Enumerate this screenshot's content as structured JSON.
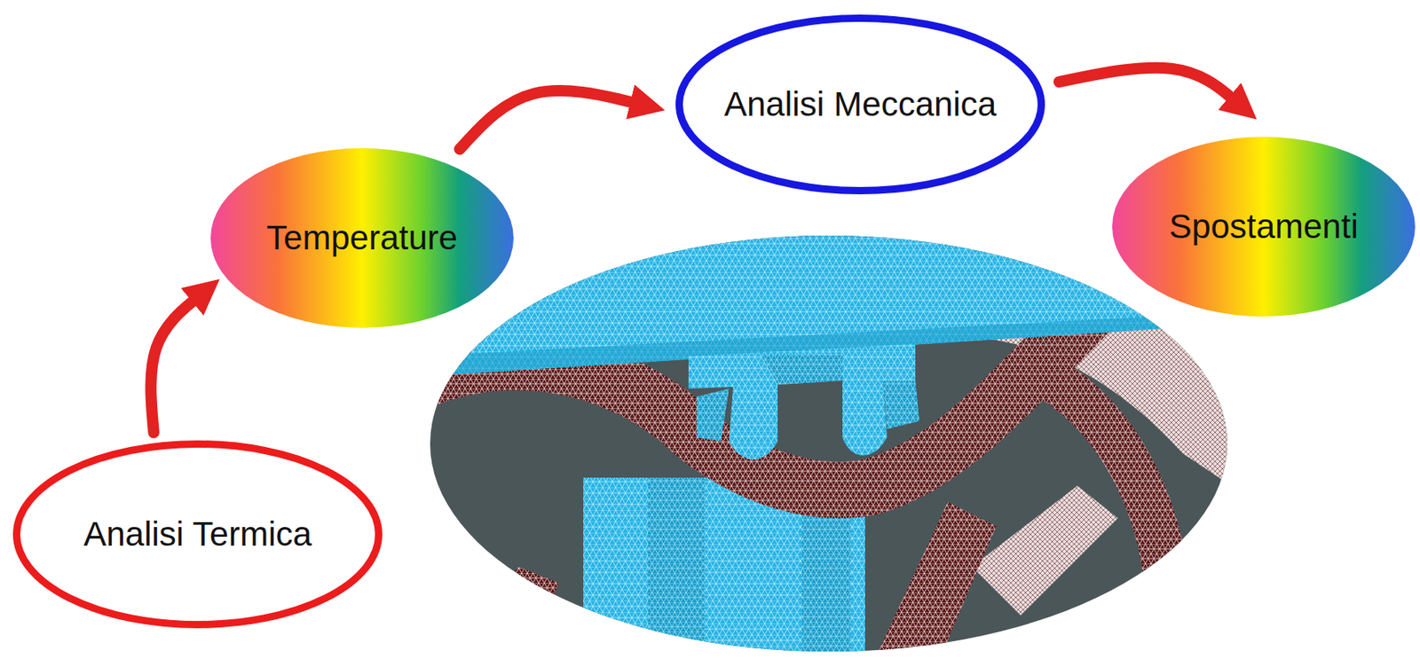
{
  "diagram": {
    "nodes": [
      {
        "text": [
          "Analisi Termica"
        ]
      },
      {
        "text": [
          "Temperature"
        ]
      },
      {
        "text": [
          "Analisi Meccanica"
        ]
      },
      {
        "text": [
          "Spostamenti"
        ]
      }
    ],
    "edges": [
      {
        "from": 0,
        "to": 1,
        "arrow": "to"
      },
      {
        "from": 1,
        "to": 2,
        "arrow": "to"
      },
      {
        "from": 2,
        "to": 3,
        "arrow": "to"
      }
    ]
  }
}
